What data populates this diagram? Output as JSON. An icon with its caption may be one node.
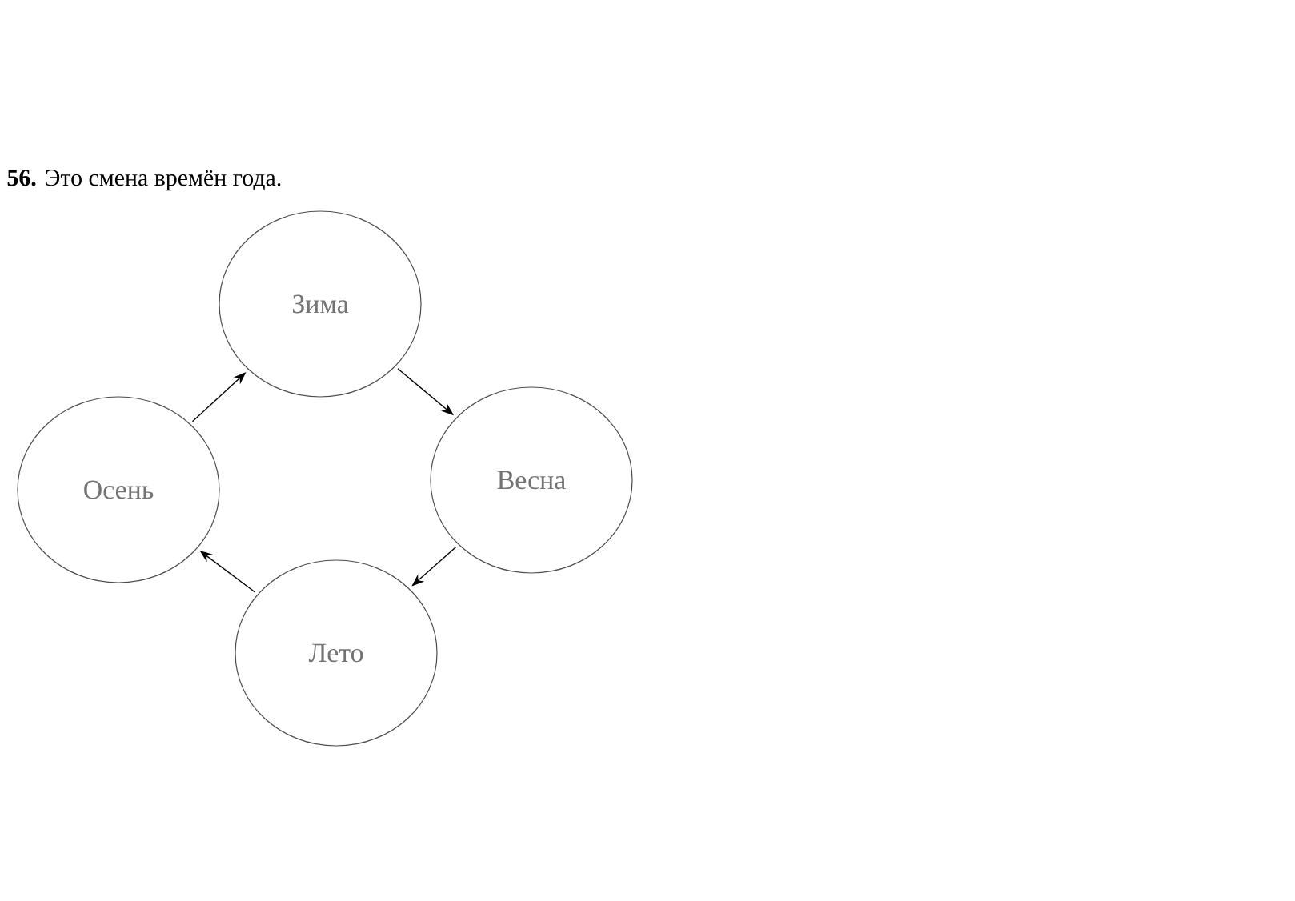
{
  "diagram": {
    "title": "**56.** Это смена времён года.",
    "nodes": [
      {
        "text": [
          "Зима"
        ]
      },
      {
        "text": [
          "Весна"
        ]
      },
      {
        "text": [
          "Лето"
        ]
      },
      {
        "text": [
          "Осень"
        ]
      }
    ],
    "edges": [
      {
        "from": 0,
        "to": 1,
        "arrow": "to"
      },
      {
        "from": 1,
        "to": 2,
        "arrow": "to"
      },
      {
        "from": 2,
        "to": 3,
        "arrow": "to"
      },
      {
        "from": 3,
        "to": 0,
        "arrow": "to"
      }
    ]
  }
}
